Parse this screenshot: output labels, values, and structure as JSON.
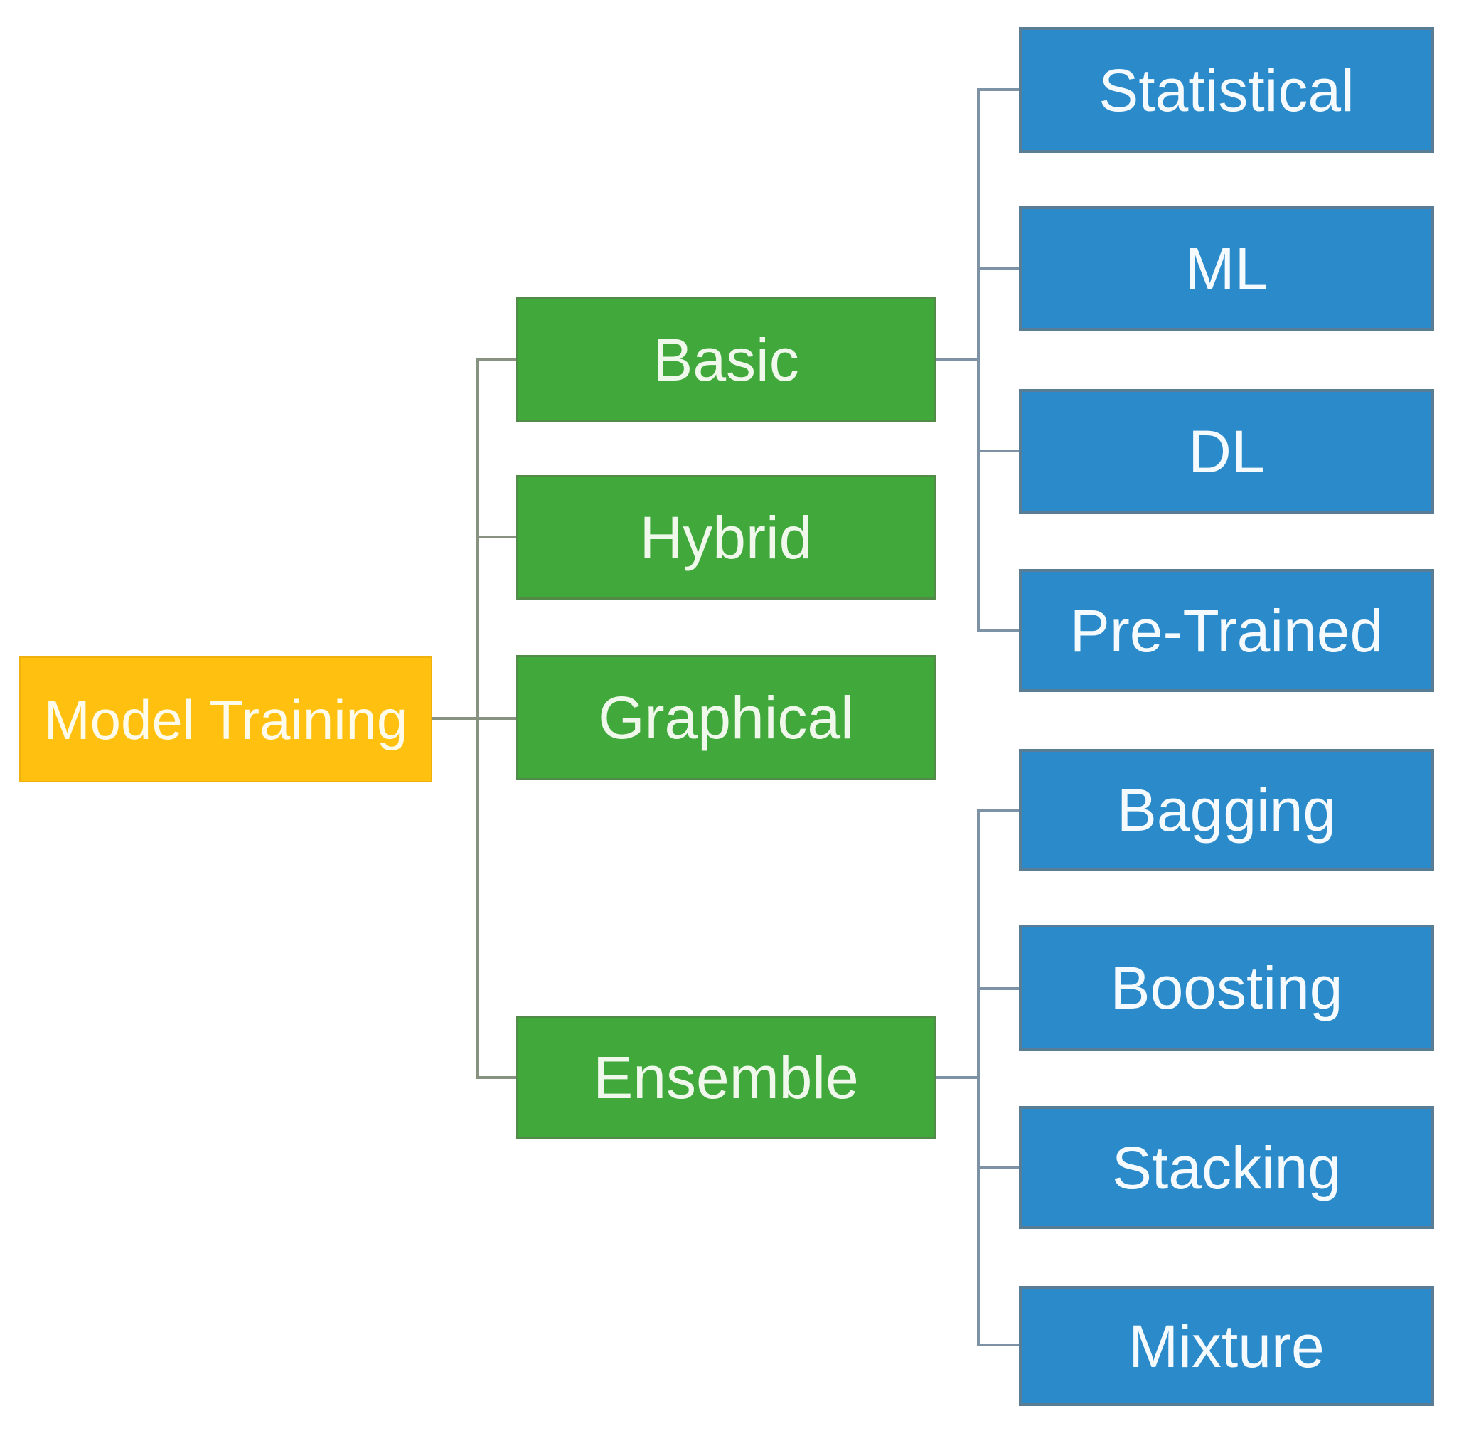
{
  "diagram": {
    "root": {
      "label": "Model Training"
    },
    "branches": [
      {
        "label": "Basic",
        "children": [
          "Statistical",
          "ML",
          "DL",
          "Pre-Trained"
        ]
      },
      {
        "label": "Hybrid",
        "children": []
      },
      {
        "label": "Graphical",
        "children": []
      },
      {
        "label": "Ensemble",
        "children": [
          "Bagging",
          "Boosting",
          "Stacking",
          "Mixture"
        ]
      }
    ],
    "colors": {
      "root_fill": "#FFC010",
      "branch_fill": "#41A83C",
      "leaf_fill": "#2A8ACA",
      "node_text": "#F8FBF2",
      "branch_connector": "#879380",
      "leaf_connector": "#7D92A4"
    }
  }
}
